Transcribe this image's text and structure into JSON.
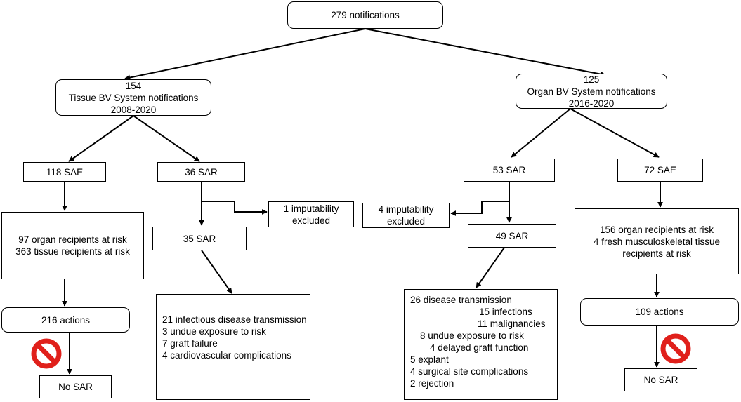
{
  "root": {
    "label": "279 notifications"
  },
  "tissue": {
    "header": [
      "154",
      "Tissue BV System notifications",
      "2008-2020"
    ],
    "sae": {
      "label": "118 SAE",
      "recipients": [
        "97 organ recipients at risk",
        "363 tissue recipients at risk"
      ],
      "actions": "216 actions",
      "no_sar": "No SAR"
    },
    "sar": {
      "label": "36 SAR",
      "excluded": [
        "1 imputability",
        "excluded"
      ],
      "confirmed": "35 SAR",
      "outcomes": [
        "21 infectious disease transmission",
        "3 undue exposure to risk",
        "7 graft failure",
        "4 cardiovascular complications"
      ]
    }
  },
  "organ": {
    "header": [
      "125",
      "Organ BV System notifications",
      "2016-2020"
    ],
    "sar": {
      "label": "53 SAR",
      "excluded": [
        "4 imputability",
        "excluded"
      ],
      "confirmed": "49 SAR",
      "outcomes": [
        "26 disease transmission",
        "15 infections",
        "11 malignancies",
        "8 undue exposure to risk",
        "4 delayed graft function",
        "5 explant",
        "4 surgical site complications",
        "2 rejection"
      ]
    },
    "sae": {
      "label": "72 SAE",
      "recipients": [
        "156 organ recipients at risk",
        "4 fresh musculoskeletal  tissue",
        "recipients at risk"
      ],
      "actions": "109 actions",
      "no_sar": "No SAR"
    }
  },
  "colors": {
    "stroke": "#000000",
    "prohibition": "#e0201b",
    "background": "#ffffff"
  },
  "icons": {
    "blocked": "prohibition-sign-icon"
  }
}
